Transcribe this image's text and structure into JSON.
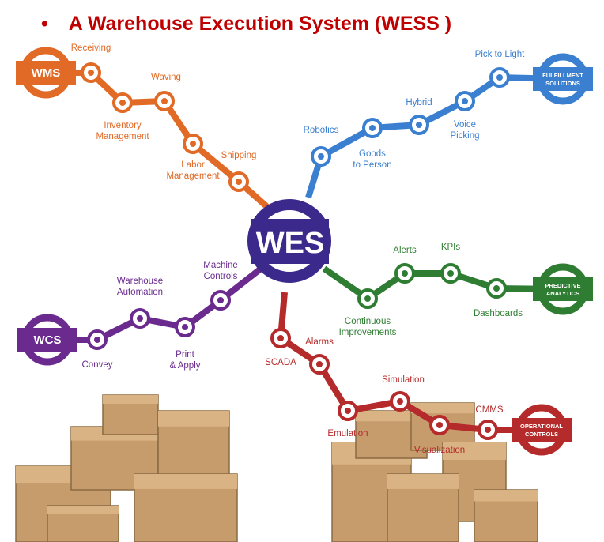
{
  "title": {
    "bullet": "•",
    "text": "A Warehouse Execution System (WESS )"
  },
  "center": {
    "label": "WES",
    "color": "#3b2a8c"
  },
  "lines": [
    {
      "id": "wms",
      "color": "#e06a26",
      "hub": [
        "WMS"
      ],
      "stations": [
        {
          "label": [
            "Receiving"
          ],
          "icon": "hand-truck-icon"
        },
        {
          "label": [
            "Inventory",
            "Management"
          ],
          "icon": "clipboard-icon"
        },
        {
          "label": [
            "Waving"
          ],
          "icon": "wave-icon"
        },
        {
          "label": [
            "Labor",
            "Management"
          ],
          "icon": "person-icon"
        },
        {
          "label": [
            "Shipping"
          ],
          "icon": "truck-icon"
        }
      ]
    },
    {
      "id": "fulfillment",
      "color": "#3a7fd0",
      "hub": [
        "FULFILLMENT",
        "SOLUTIONS"
      ],
      "stations": [
        {
          "label": [
            "Robotics"
          ],
          "icon": "robot-arm-icon"
        },
        {
          "label": [
            "Goods",
            "to Person"
          ],
          "icon": "person-desk-icon"
        },
        {
          "label": [
            "Hybrid"
          ],
          "icon": "headset-icon"
        },
        {
          "label": [
            "Voice",
            "Picking"
          ],
          "icon": "headset-icon"
        },
        {
          "label": [
            "Pick to Light"
          ],
          "icon": "pointer-hand-icon"
        }
      ]
    },
    {
      "id": "predictive",
      "color": "#2e7d32",
      "hub": [
        "PREDICTIVE",
        "ANALYTICS"
      ],
      "stations": [
        {
          "label": [
            "Continuous",
            "Improvements"
          ],
          "icon": "cycle-icon"
        },
        {
          "label": [
            "Alerts"
          ],
          "icon": "exclamation-icon"
        },
        {
          "label": [
            "KPIs"
          ],
          "icon": "pulse-icon"
        },
        {
          "label": [
            "Dashboards"
          ],
          "icon": "gauge-icon"
        }
      ]
    },
    {
      "id": "wcs",
      "color": "#6a2a8e",
      "hub": [
        "WCS"
      ],
      "stations": [
        {
          "label": [
            "Convey"
          ],
          "icon": "arrows-icon"
        },
        {
          "label": [
            "Warehouse",
            "Automation"
          ],
          "icon": "camera-icon"
        },
        {
          "label": [
            "Print",
            "& Apply"
          ],
          "icon": "printer-icon"
        },
        {
          "label": [
            "Machine",
            "Controls"
          ],
          "icon": "machine-icon"
        }
      ]
    },
    {
      "id": "operational",
      "color": "#b52a2a",
      "hub": [
        "OPERATIONAL",
        "CONTROLS"
      ],
      "stations": [
        {
          "label": [
            "SCADA"
          ],
          "icon": "wireless-icon"
        },
        {
          "label": [
            "Alarms"
          ],
          "icon": "clock-icon"
        },
        {
          "label": [
            "Emulation"
          ],
          "icon": "plug-icon"
        },
        {
          "label": [
            "Simulation"
          ],
          "icon": "play-icon"
        },
        {
          "label": [
            "Visualization"
          ],
          "icon": "compass-icon"
        },
        {
          "label": [
            "CMMS"
          ],
          "icon": "tools-icon"
        }
      ]
    }
  ]
}
